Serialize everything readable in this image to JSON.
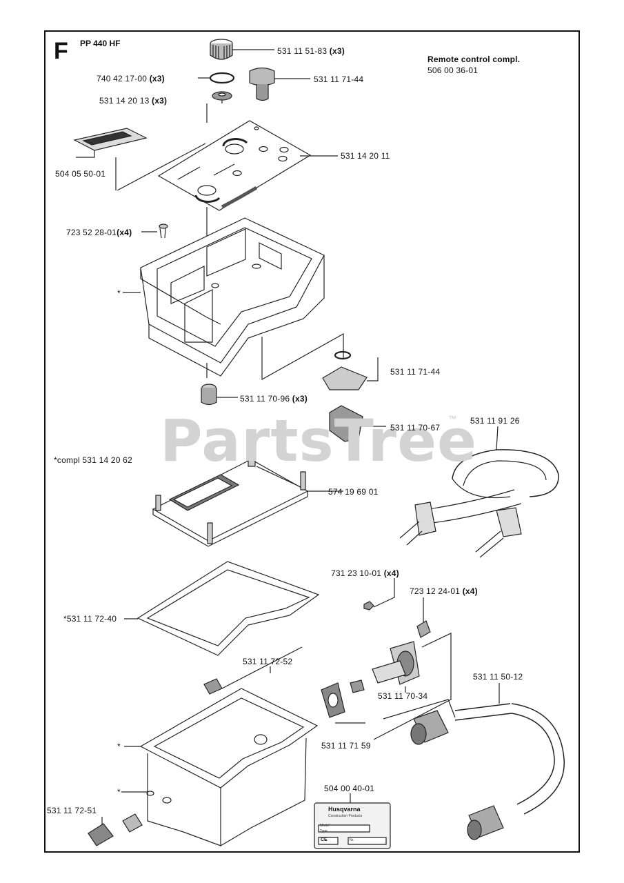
{
  "section_letter": "F",
  "model": "PP 440 HF",
  "remote": {
    "title": "Remote control compl.",
    "number": "506 00 36-01"
  },
  "watermark": {
    "text": "PartsTree",
    "tm": "™"
  },
  "labels": {
    "p1": "531 11 51-83",
    "p1q": "(x3)",
    "p2": "740 42 17-00",
    "p2q": "(x3)",
    "p3": "531 11 71-44",
    "p4": "531 14 20 13",
    "p4q": "(x3)",
    "p5": "531 14 20 11",
    "p6": "504 05 50-01",
    "p7": "723 52 28-01",
    "p7q": "(x4)",
    "p8": "*",
    "p9": "531 11 71-44",
    "p10": "531 11 70-96",
    "p10q": "(x3)",
    "p11": "531 11 70-67",
    "p12": "531 11 91 26",
    "p13": "*compl 531 14 20 62",
    "p14": "574 19 69 01",
    "p15": "731 23 10-01",
    "p15q": "(x4)",
    "p16": "723 12 24-01",
    "p16q": "(x4)",
    "p17": "*531 11 72-40",
    "p18": "531 11 72-52",
    "p19": "531 11 70-34",
    "p20": "531 11 50-12",
    "p21": "*",
    "p22": "531 11 71 59",
    "p23": "*",
    "p24": "531 11 72-51",
    "p25": "504 00 40-01"
  },
  "plate": {
    "brand": "Husqvarna",
    "subtitle": "Construction Products",
    "rows": [
      "Model",
      "Type"
    ],
    "ce": "CE",
    "serial": "Nr."
  }
}
